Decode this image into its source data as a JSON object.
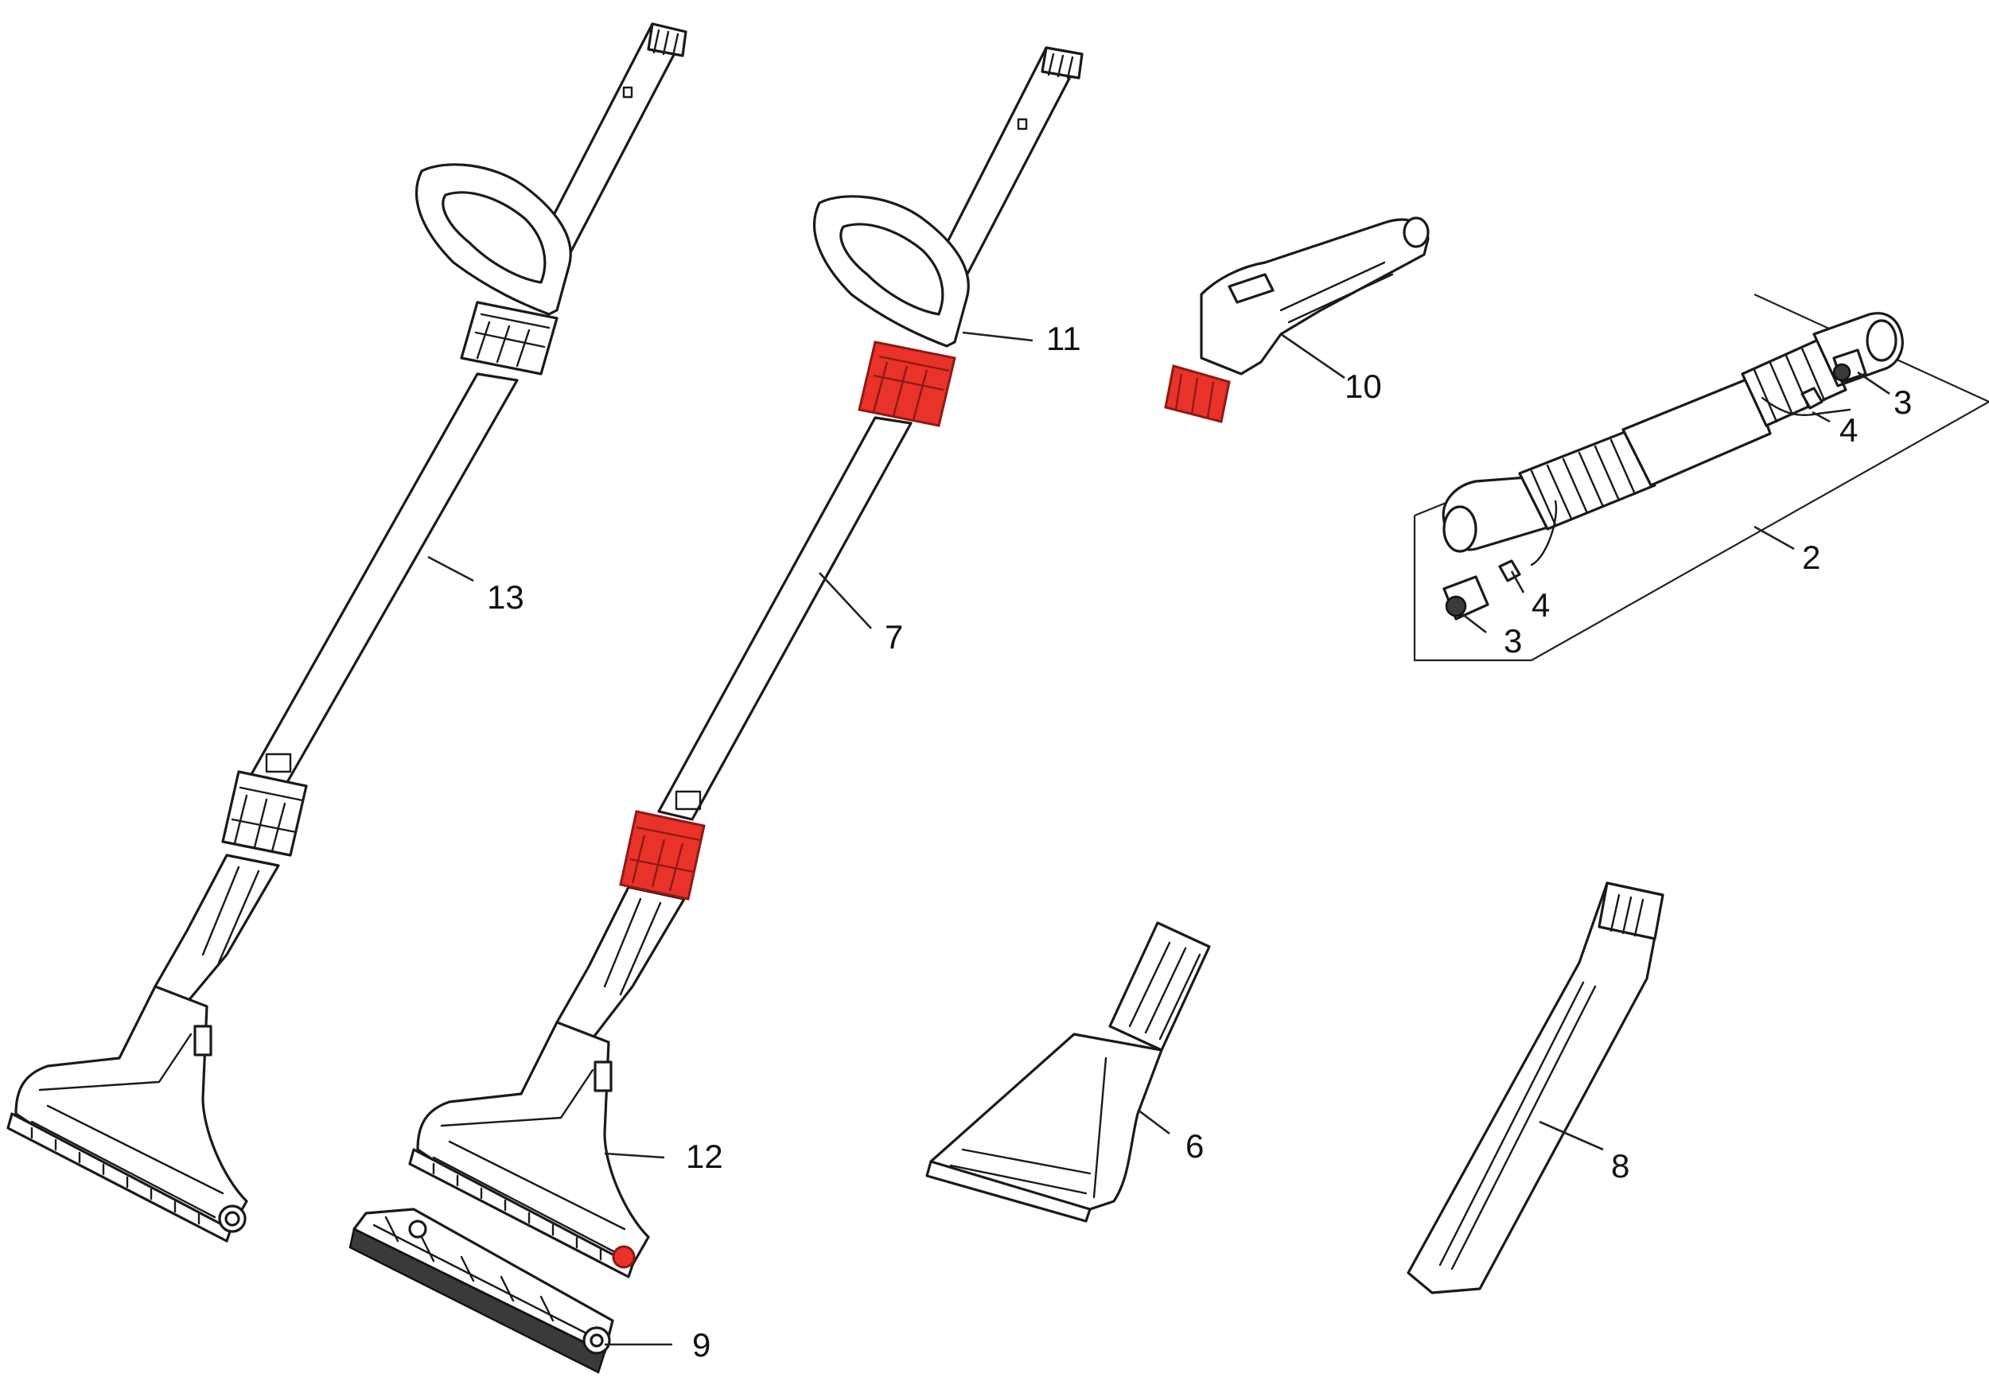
{
  "colors": {
    "highlight": "#e8322a",
    "highlight_stroke": "#8e1a14",
    "line": "#1a1a1a",
    "background": "#ffffff"
  },
  "callouts": {
    "c2": "2",
    "c3a": "3",
    "c3b": "3",
    "c4a": "4",
    "c4b": "4",
    "c6": "6",
    "c7": "7",
    "c8": "8",
    "c9": "9",
    "c10": "10",
    "c11": "11",
    "c12": "12",
    "c13": "13"
  }
}
